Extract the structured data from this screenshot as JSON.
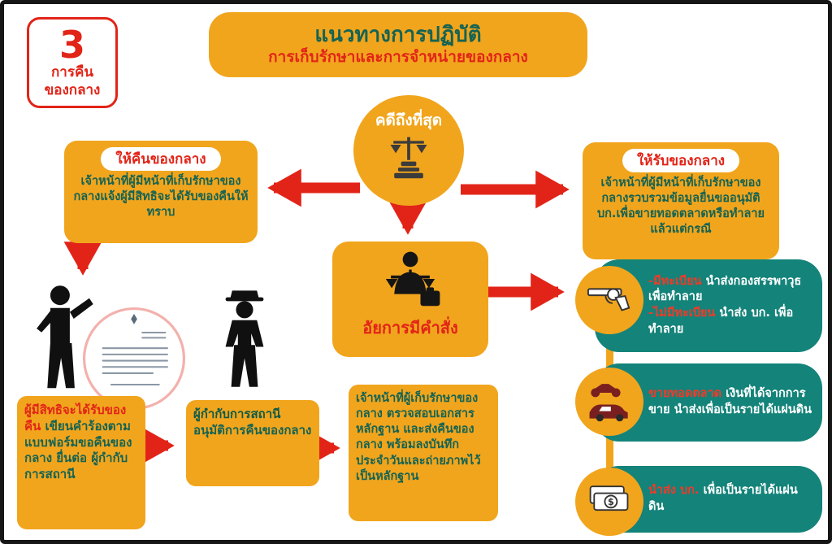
{
  "badge": {
    "number": "3",
    "title_line1": "การคืน",
    "title_line2": "ของกลาง"
  },
  "header": {
    "title": "แนวทางการปฏิบัติ",
    "subtitle": "การเก็บรักษาและการจำหน่ายของกลาง"
  },
  "flow": {
    "final_case_label": "คดีถึงที่สุด",
    "return_box": {
      "label": "ให้คืนของกลาง",
      "body": "เจ้าหน้าที่ผู้มีหน้าที่เก็บรักษาของกลางแจ้งผู้มีสิทธิจะได้รับของคืนให้ทราบ"
    },
    "receive_box": {
      "label": "ให้รับของกลาง",
      "body": "เจ้าหน้าที่ผู้มีหน้าที่เก็บรักษาของกลางรวบรวมข้อมูลยื่นขออนุมัติ บก.เพื่อขายทอดตลาดหรือทำลายแล้วแต่กรณี"
    },
    "prosecutor_label": "อัยการมีคำสั่ง"
  },
  "steps": [
    {
      "highlight": "ผู้มีสิทธิจะได้รับของคืน",
      "text": "เขียนคำร้องตามแบบฟอร์มขอคืนของกลาง ยื่นต่อ ผู้กำกับการสถานี"
    },
    {
      "highlight": "ผู้กำกับการสถานี",
      "text": "อนุมัติการคืนของกลาง"
    },
    {
      "highlight": "",
      "text": "เจ้าหน้าที่ผู้เก็บรักษาของกลาง ตรวจสอบเอกสารหลักฐาน และส่งคืนของกลาง พร้อมลงบันทึกประจำวันและถ่ายภาพไว้เป็นหลักฐาน"
    }
  ],
  "outcomes": [
    {
      "line1_highlight": "-มีทะเบียน",
      "line1_text": "นำส่งกองสรรพาวุธ เพื่อทำลาย",
      "line2_highlight": "-ไม่มีทะเบียน",
      "line2_text": "นำส่ง บก. เพื่อทำลาย"
    },
    {
      "line1_highlight": "ขายทอดตลาด",
      "line1_text": "เงินที่ได้จากการขาย นำส่งเพื่อเป็นรายได้แผ่นดิน"
    },
    {
      "line1_highlight": "นำส่ง บก.",
      "line1_text": "เพื่อเป็นรายได้แผ่นดิน"
    }
  ],
  "icons": {
    "money_symbol": "$"
  },
  "colors": {
    "yellow": "#F1A51D",
    "red": "#E22418",
    "teal": "#14837A",
    "dark_green": "#156353"
  }
}
